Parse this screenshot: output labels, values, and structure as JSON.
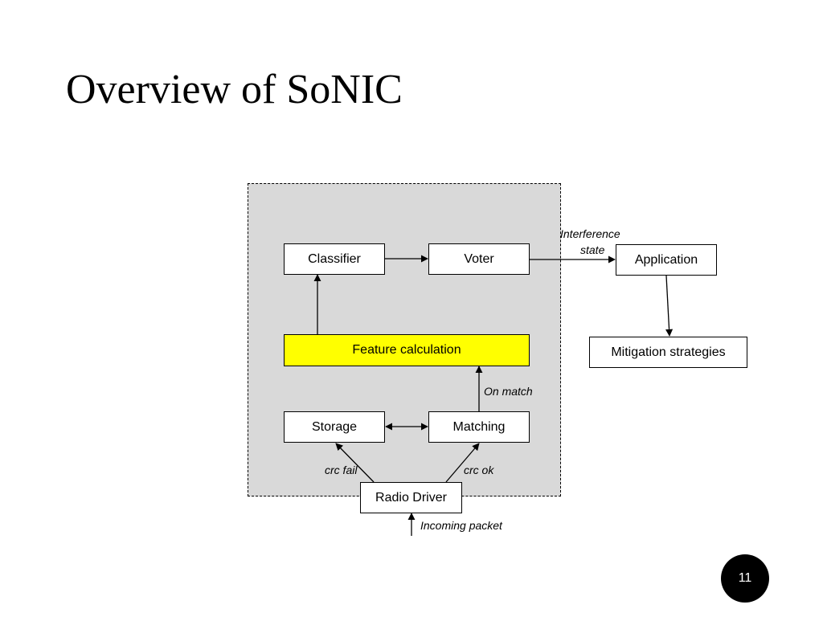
{
  "slide": {
    "title": "Overview of SoNIC",
    "page_number": "11"
  },
  "diagram": {
    "nodes": {
      "classifier": "Classifier",
      "voter": "Voter",
      "application": "Application",
      "feature_calculation": "Feature calculation",
      "mitigation_strategies": "Mitigation strategies",
      "storage": "Storage",
      "matching": "Matching",
      "radio_driver": "Radio Driver"
    },
    "edge_labels": {
      "interference_state_line1": "Interference",
      "interference_state_line2": "state",
      "on_match": "On match",
      "crc_fail": "crc fail",
      "crc_ok": "crc ok",
      "incoming_packet": "Incoming packet"
    },
    "colors": {
      "container_fill": "#d9d9d9",
      "highlight_fill": "#ffff00"
    }
  }
}
